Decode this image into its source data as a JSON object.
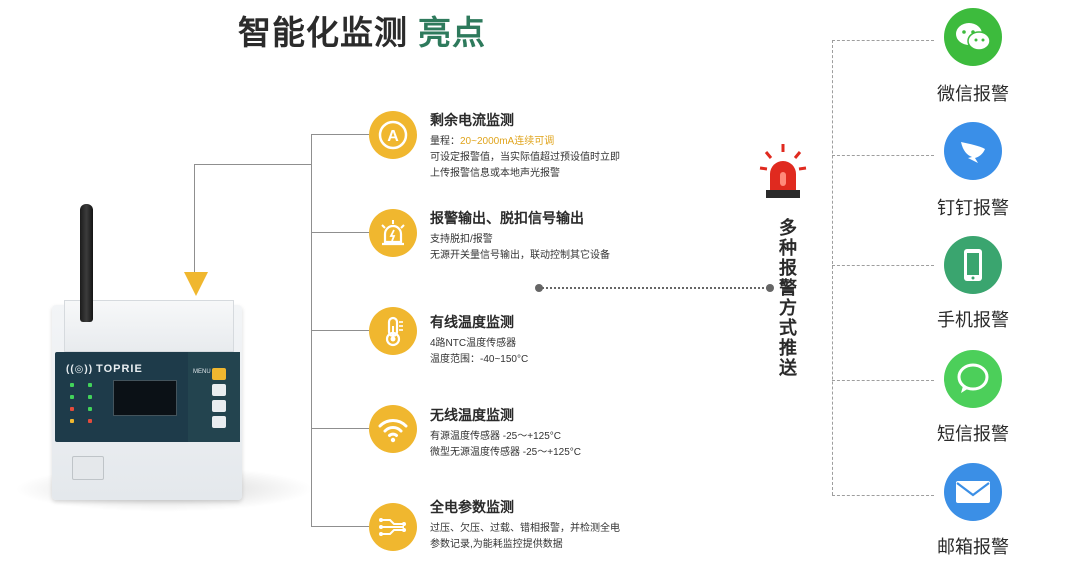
{
  "header": {
    "title_main": "智能化监测",
    "title_accent": "亮点"
  },
  "features": [
    {
      "title": "剩余电流监测",
      "desc_line1_prefix": "量程：",
      "desc_line1_highlight": "20~2000mA连续可调",
      "desc_line2": "可设定报警值，当实际值超过预设值时立即",
      "desc_line3": "上传报警信息或本地声光报警",
      "icon": "current-meter-icon"
    },
    {
      "title": "报警输出、脱扣信号输出",
      "desc_line1": "支持脱扣/报警",
      "desc_line2": "无源开关量信号输出，联动控制其它设备",
      "icon": "alarm-light-icon"
    },
    {
      "title": "有线温度监测",
      "desc_line1": "4路NTC温度传感器",
      "desc_line2": "温度范围：-40~150°C",
      "icon": "thermometer-icon"
    },
    {
      "title": "无线温度监测",
      "desc_line1": "有源温度传感器 -25～+125°C",
      "desc_line2": "微型无源温度传感器 -25～+125°C",
      "icon": "wifi-icon"
    },
    {
      "title": "全电参数监测",
      "desc_line1": "过压、欠压、过载、错相报警，并检测全电",
      "desc_line2": "参数记录,为能耗监控提供数据",
      "icon": "circuit-icon"
    }
  ],
  "push": {
    "label": "多种报警方式推送"
  },
  "alerts": [
    {
      "label": "微信报警",
      "icon": "wechat-icon",
      "color": "#3dbb3d"
    },
    {
      "label": "钉钉报警",
      "icon": "dingtalk-icon",
      "color": "#3a8fe8"
    },
    {
      "label": "手机报警",
      "icon": "mobile-phone-icon",
      "color": "#3aa56f"
    },
    {
      "label": "短信报警",
      "icon": "sms-icon",
      "color": "#4ccf5a"
    },
    {
      "label": "邮箱报警",
      "icon": "email-icon",
      "color": "#3b8fe6"
    }
  ],
  "device": {
    "brand": "TOPRIE",
    "menu_label": "MENU"
  },
  "colors": {
    "accent_yellow": "#f0b72f",
    "title_green": "#2e7a5c",
    "alarm_red": "#e02a1f"
  }
}
